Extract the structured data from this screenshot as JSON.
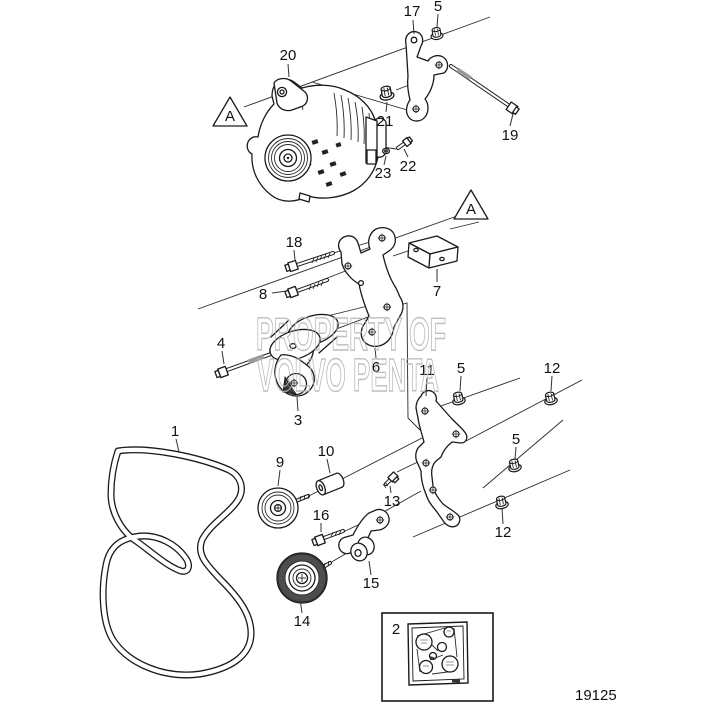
{
  "diagram": {
    "drawing_number": "19125",
    "watermark": {
      "line1": "PROPERTY OF",
      "line2": "VOLVO PENTA"
    },
    "view_marker": "A",
    "callouts": {
      "c1": "1",
      "c2": "2",
      "c3": "3",
      "c4": "4",
      "c5": "5",
      "c6": "6",
      "c7": "7",
      "c8": "8",
      "c9": "9",
      "c10": "10",
      "c11": "11",
      "c12": "12",
      "c13": "13",
      "c14": "14",
      "c15": "15",
      "c16": "16",
      "c17": "17",
      "c18": "18",
      "c19": "19",
      "c20": "20",
      "c21": "21",
      "c22": "22",
      "c23": "23"
    },
    "colors": {
      "background": "#ffffff",
      "line": "#1a1a1a",
      "watermark": "#b3b3b3",
      "thread_shading": "#9a9a9a",
      "pulley_rib": "#4d4d4d"
    }
  }
}
